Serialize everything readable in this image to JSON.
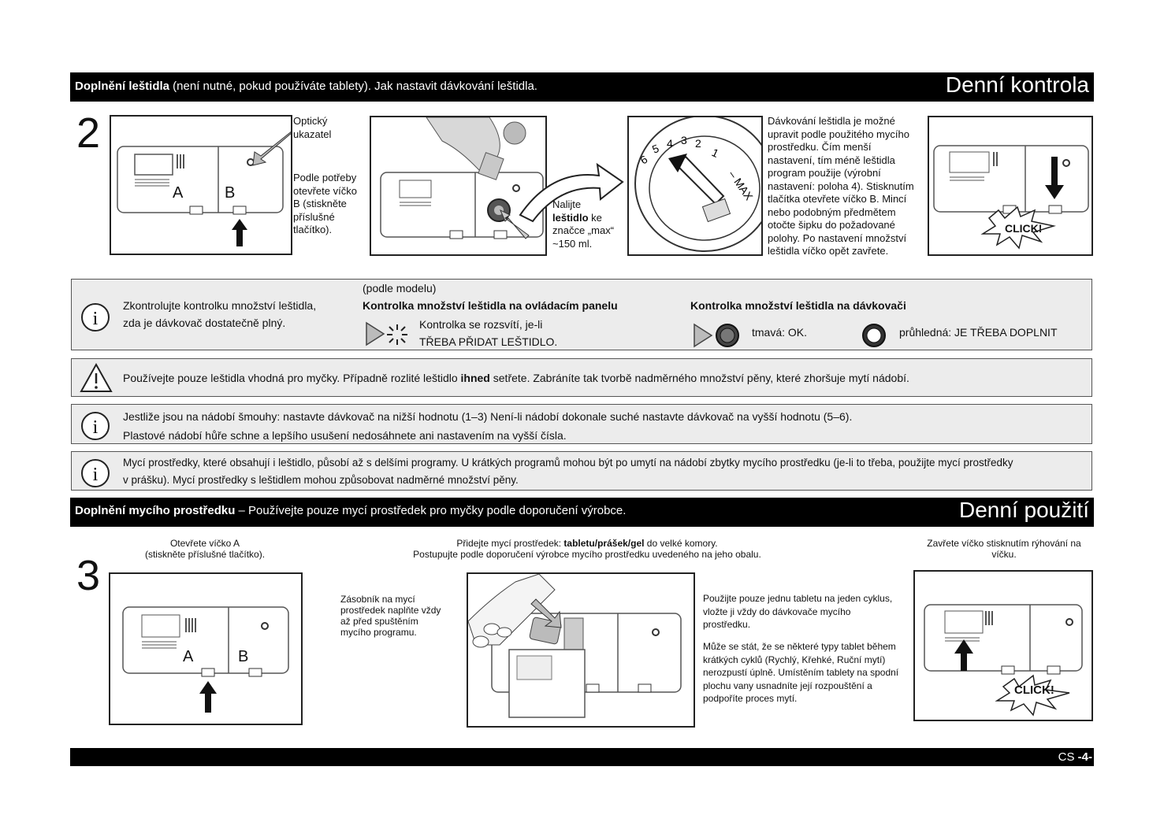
{
  "header1": {
    "title_bold": "Doplnění leštidla",
    "title_rest": " (není nutné, pokud používáte tablety). Jak nastavit dávkování leštidla.",
    "section": "Denní kontrola"
  },
  "step2": {
    "number": "2",
    "indicator_label": "Optický ukazatel",
    "open_lid": "Podle potřeby otevřete víčko B (stiskněte příslušné tlačítko).",
    "pour_pre": "Nalijte",
    "pour_bold": "leštidlo",
    "pour_post": " ke značce „max“ ~150 ml.",
    "dosing_text": "Dávkování leštidla je možné upravit podle použitého mycího prostředku. Čím menší nastavení, tím méně leštidla program použije (výrobní nastavení: poloha 4). Stisknutím tlačítka otevřete víčko B. Mincí nebo podobným předmětem otočte šipku do požadované polohy. Po nastavení množství leštidla víčko opět zavřete.",
    "dial_marks": "6 5 4 3 2 1 – MAX",
    "label_a": "A",
    "label_b": "B",
    "click": "CLICK!"
  },
  "info1": {
    "left_text_1": "Zkontrolujte kontrolku množství leštidla,",
    "left_text_2": "zda je dávkovač dostatečně plný.",
    "model_note": "(podle modelu)",
    "panel_title": "Kontrolka množství leštidla na ovládacím panelu",
    "panel_text_1": "Kontrolka se rozsvítí, je-li",
    "panel_text_2": "TŘEBA PŘIDAT LEŠTIDLO.",
    "dispenser_title": "Kontrolka množství leštidla na dávkovači",
    "dark_ok": "tmavá: OK.",
    "clear_refill": "průhledná: JE TŘEBA DOPLNIT"
  },
  "warning": {
    "pre": "Používejte pouze leštidla vhodná pro myčky. Případně rozlité leštidlo ",
    "bold": "ihned",
    "post": " setřete. Zabráníte tak tvorbě nadměrného množství pěny, které zhoršuje mytí nádobí."
  },
  "info2": {
    "line1": "Jestliže jsou na nádobí šmouhy: nastavte dávkovač na nižší hodnotu (1–3) Není-li nádobí dokonale suché nastavte dávkovač na vyšší hodnotu (5–6).",
    "line2": "Plastové nádobí hůře schne a lepšího usušení nedosáhnete ani nastavením na vyšší čísla."
  },
  "info3": {
    "line1": "Mycí prostředky, které obsahují i leštidlo, působí až s delšími programy. U krátkých programů mohou být po umytí na nádobí zbytky mycího prostředku (je-li to třeba, použijte mycí prostředky",
    "line2": "v prášku). Mycí prostředky s leštidlem mohou způsobovat nadměrné množství pěny."
  },
  "header2": {
    "title_bold": "Doplnění mycího prostředku",
    "title_rest": " – Používejte pouze mycí prostředek pro myčky podle doporučení výrobce.",
    "section": "Denní použití"
  },
  "step3": {
    "number": "3",
    "open_lid_1": "Otevřete víčko A",
    "open_lid_2": "(stiskněte příslušné tlačítko).",
    "add_pre": "Přidejte mycí prostředek: ",
    "add_bold": "tabletu/prášek/gel",
    "add_post": " do velké komory.",
    "add_line2": "Postupujte podle doporučení výrobce mycího prostředku uvedeného na jeho obalu.",
    "fill_before": "Zásobník na mycí prostředek naplňte vždy až před spuštěním mycího programu.",
    "tablet_1": "Použijte pouze jednu tabletu na jeden cyklus, vložte ji vždy do dávkovače mycího prostředku.",
    "tablet_2": "Může se stát, že se některé typy tablet během krátkých cyklů (Rychlý, Křehké, Ruční mytí) nerozpustí úplně. Umístěním tablety na spodní plochu vany usnadníte její rozpouštění a podpoříte proces mytí.",
    "close_lid": "Zavřete víčko stisknutím rýhování na víčku.",
    "label_a": "A",
    "label_b": "B",
    "click": "CLICK!"
  },
  "footer": {
    "lang": "CS ",
    "page": "-4-"
  }
}
